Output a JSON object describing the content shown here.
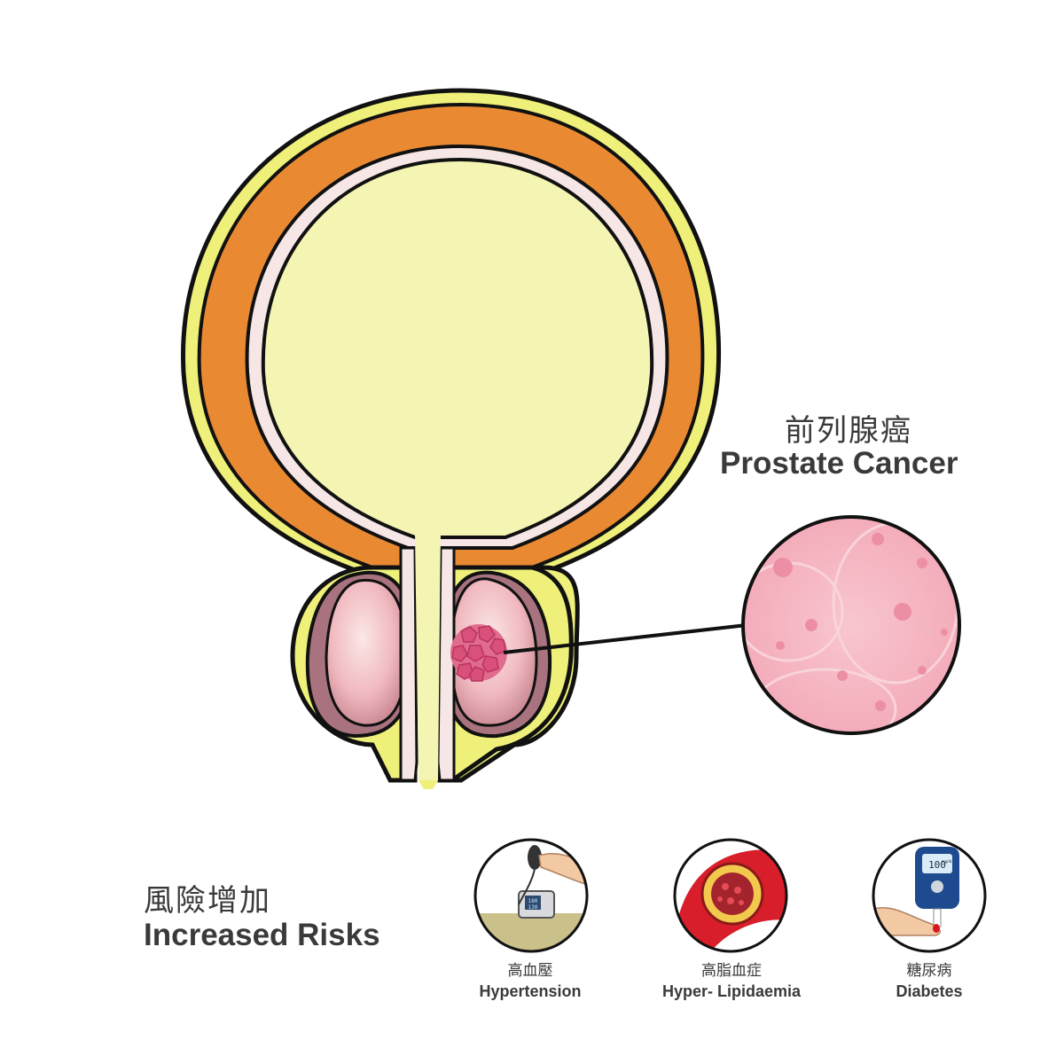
{
  "cancer_label": {
    "zh": "前列腺癌",
    "en": "Prostate Cancer"
  },
  "risks_heading": {
    "zh": "風險增加",
    "en": "Increased Risks"
  },
  "risks": [
    {
      "zh": "高血壓",
      "en": "Hypertension",
      "icon": "blood-pressure-monitor-icon",
      "readings": [
        "180",
        "130"
      ]
    },
    {
      "zh": "高脂血症",
      "en": "Hyper- Lipidaemia",
      "icon": "artery-plaque-icon"
    },
    {
      "zh": "糖尿病",
      "en": "Diabetes",
      "icon": "glucose-meter-icon",
      "readings": [
        "100",
        "mg/dL"
      ]
    }
  ],
  "colors": {
    "bladder_fill": "#f4f4b3",
    "muscle_orange": "#e98a33",
    "outer_yellow": "#eef07a",
    "prostate_pink": "#f2c2c6",
    "tumor_magenta": "#d9507a",
    "tissue_pink": "#f5b8c2",
    "outline": "#111111"
  }
}
